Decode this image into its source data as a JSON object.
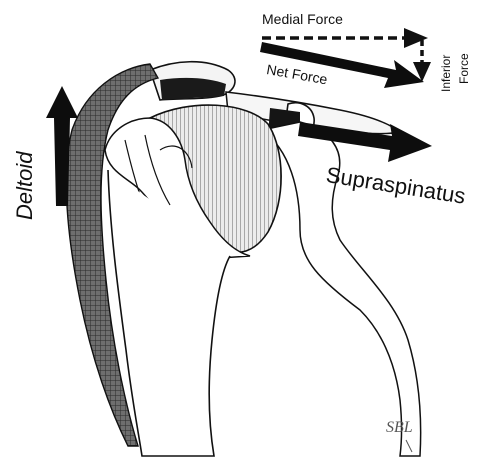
{
  "labels": {
    "medial_force": "Medial Force",
    "net_force": "Net Force",
    "inferior": "Inferior",
    "force": "Force",
    "supraspinatus": "Supraspinatus",
    "deltoid": "Deltoid"
  },
  "signature": "SBL",
  "colors": {
    "ink": "#111111",
    "humeral_head_fill": "#d8d8d8",
    "muscle_fill": "#707070",
    "paper": "#ffffff"
  }
}
